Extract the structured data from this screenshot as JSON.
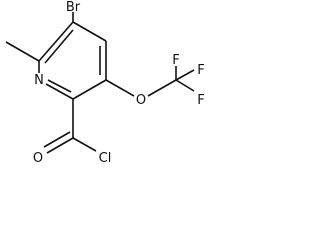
{
  "molecule": {
    "atoms": {
      "br": "Br",
      "n": "N",
      "o_ether": "O",
      "f1": "F",
      "f2": "F",
      "f3": "F",
      "o_carbonyl": "O",
      "cl": "Cl"
    }
  }
}
